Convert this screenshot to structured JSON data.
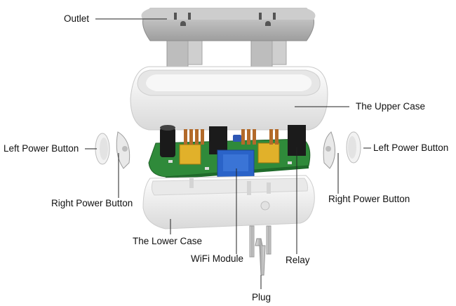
{
  "diagram": {
    "labels": {
      "outlet": "Outlet",
      "upper_case": "The Upper Case",
      "left_power_button": "Left Power Button",
      "left_power_button_right": "Left Power Button",
      "right_power_button_left": "Right Power Button",
      "right_power_button_right": "Right Power Button",
      "lower_case": "The Lower Case",
      "wifi_module": "WiFi Module",
      "relay": "Relay",
      "plug": "Plug"
    },
    "colors": {
      "casing": "#f4f4f4",
      "casing_shadow": "#d6d6d6",
      "outlet_plate": "#b9b9b9",
      "pcb": "#2f8a3a",
      "wifi_module": "#2a63c8",
      "relay": "#1d1d1d",
      "transformer": "#e0b32a",
      "leader_line": "#222222"
    }
  }
}
